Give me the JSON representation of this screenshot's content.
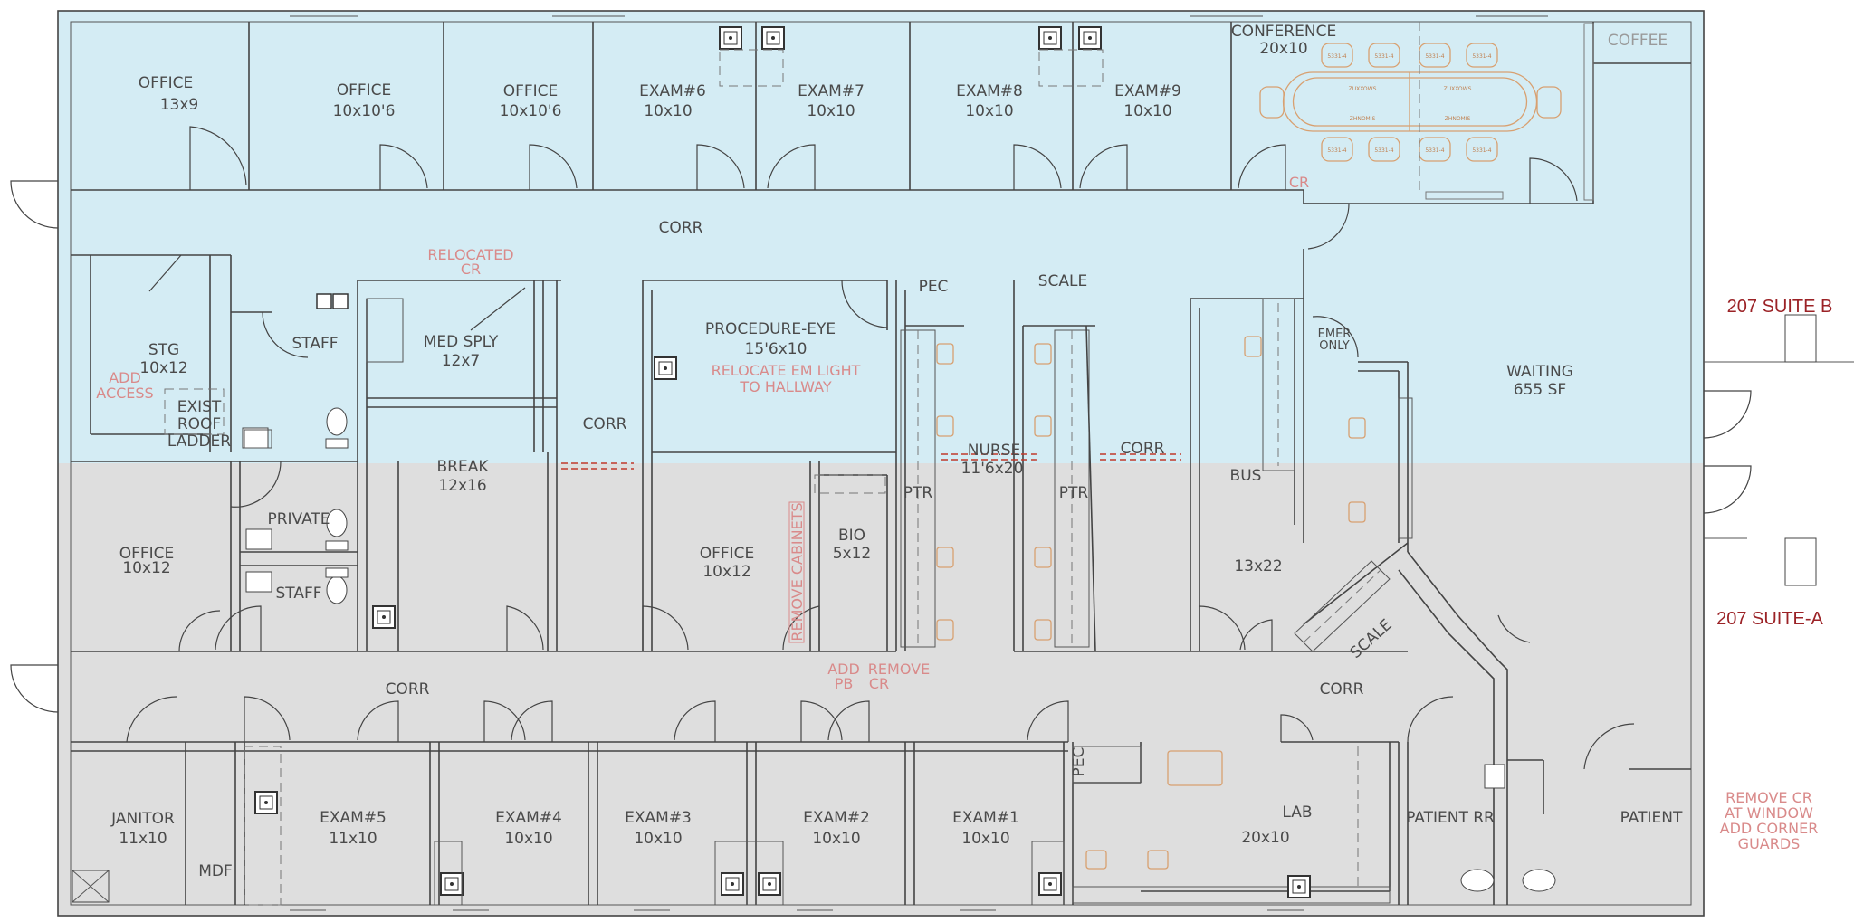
{
  "colors": {
    "suite_b_fill": "#d4ecf4",
    "suite_a_fill": "#dedede",
    "suite_label": "#9b2226",
    "note_text": "#d98a8a",
    "furniture": "#d8a070",
    "demo_line": "#c0392b"
  },
  "rooms": {
    "office_13x9": {
      "name": "OFFICE",
      "size": "13x9"
    },
    "office_a": {
      "name": "OFFICE",
      "size": "10x10'6"
    },
    "office_b": {
      "name": "OFFICE",
      "size": "10x10'6"
    },
    "exam6": {
      "name": "EXAM#6",
      "size": "10x10"
    },
    "exam7": {
      "name": "EXAM#7",
      "size": "10x10"
    },
    "exam8": {
      "name": "EXAM#8",
      "size": "10x10"
    },
    "exam9": {
      "name": "EXAM#9",
      "size": "10x10"
    },
    "conference": {
      "name": "CONFERENCE",
      "size": "20x10"
    },
    "coffee": {
      "name": "COFFEE"
    },
    "corr_top": {
      "name": "CORR"
    },
    "stg": {
      "name": "STG",
      "size": "10x12"
    },
    "staff_top": {
      "name": "STAFF"
    },
    "med_sply": {
      "name": "MED SPLY",
      "size": "12x7"
    },
    "exist_roof_ladder": {
      "line1": "EXIST",
      "line2": "ROOF",
      "line3": "LADDER"
    },
    "corr_mid": {
      "name": "CORR"
    },
    "procedure_eye": {
      "name": "PROCEDURE-EYE",
      "size": "15'6x10"
    },
    "pec_top": {
      "name": "PEC"
    },
    "scale_top": {
      "name": "SCALE"
    },
    "nurse": {
      "name": "NURSE",
      "size": "11'6x20"
    },
    "corr_nurse": {
      "name": "CORR"
    },
    "waiting": {
      "name": "WAITING",
      "size": "655 SF"
    },
    "emer_only": {
      "line1": "EMER",
      "line2": "ONLY"
    },
    "bus": {
      "name": "BUS"
    },
    "break": {
      "name": "BREAK",
      "size": "12x16"
    },
    "private": {
      "name": "PRIVATE"
    },
    "staff_low": {
      "name": "STAFF"
    },
    "office_10x12_left": {
      "name": "OFFICE",
      "size": "10x12"
    },
    "office_10x12_mid": {
      "name": "OFFICE",
      "size": "10x12"
    },
    "bio": {
      "name": "BIO",
      "size": "5x12"
    },
    "ptr_left": {
      "name": "PTR"
    },
    "ptr_right": {
      "name": "PTR"
    },
    "reception": {
      "size": "13x22"
    },
    "scale_diag": {
      "name": "SCALE"
    },
    "corr_low_left": {
      "name": "CORR"
    },
    "corr_low_right": {
      "name": "CORR"
    },
    "janitor": {
      "name": "JANITOR",
      "size": "11x10"
    },
    "mdf": {
      "name": "MDF"
    },
    "exam5": {
      "name": "EXAM#5",
      "size": "11x10"
    },
    "exam4": {
      "name": "EXAM#4",
      "size": "10x10"
    },
    "exam3": {
      "name": "EXAM#3",
      "size": "10x10"
    },
    "exam2": {
      "name": "EXAM#2",
      "size": "10x10"
    },
    "exam1": {
      "name": "EXAM#1",
      "size": "10x10"
    },
    "pec_low": {
      "name": "PEC"
    },
    "lab": {
      "name": "LAB",
      "size": "20x10"
    },
    "patient_rr": {
      "name": "PATIENT RR"
    },
    "patient": {
      "name": "PATIENT"
    },
    "cr_conf": {
      "name": "CR"
    }
  },
  "notes": {
    "relocated_cr": {
      "line1": "RELOCATED",
      "line2": "CR"
    },
    "add_access": {
      "line1": "ADD",
      "line2": "ACCESS"
    },
    "relocate_em": {
      "line1": "RELOCATE EM LIGHT",
      "line2": "TO HALLWAY"
    },
    "remove_cabinets": {
      "text": "REMOVE CABINETS"
    },
    "add_pb": {
      "line1": "ADD",
      "line2": "PB"
    },
    "remove_cr": {
      "line1": "REMOVE",
      "line2": "CR"
    },
    "remove_cr_window": {
      "line1": "REMOVE CR",
      "line2": "AT WINDOW",
      "line3": "ADD CORNER",
      "line4": "GUARDS"
    }
  },
  "suites": {
    "suite_b": "207 SUITE B",
    "suite_a": "207 SUITE-A"
  },
  "conference_table": {
    "chair_label": "5331-4",
    "top_label": "ZUXXOWS",
    "bottom_label": "ZHNOMIS"
  }
}
